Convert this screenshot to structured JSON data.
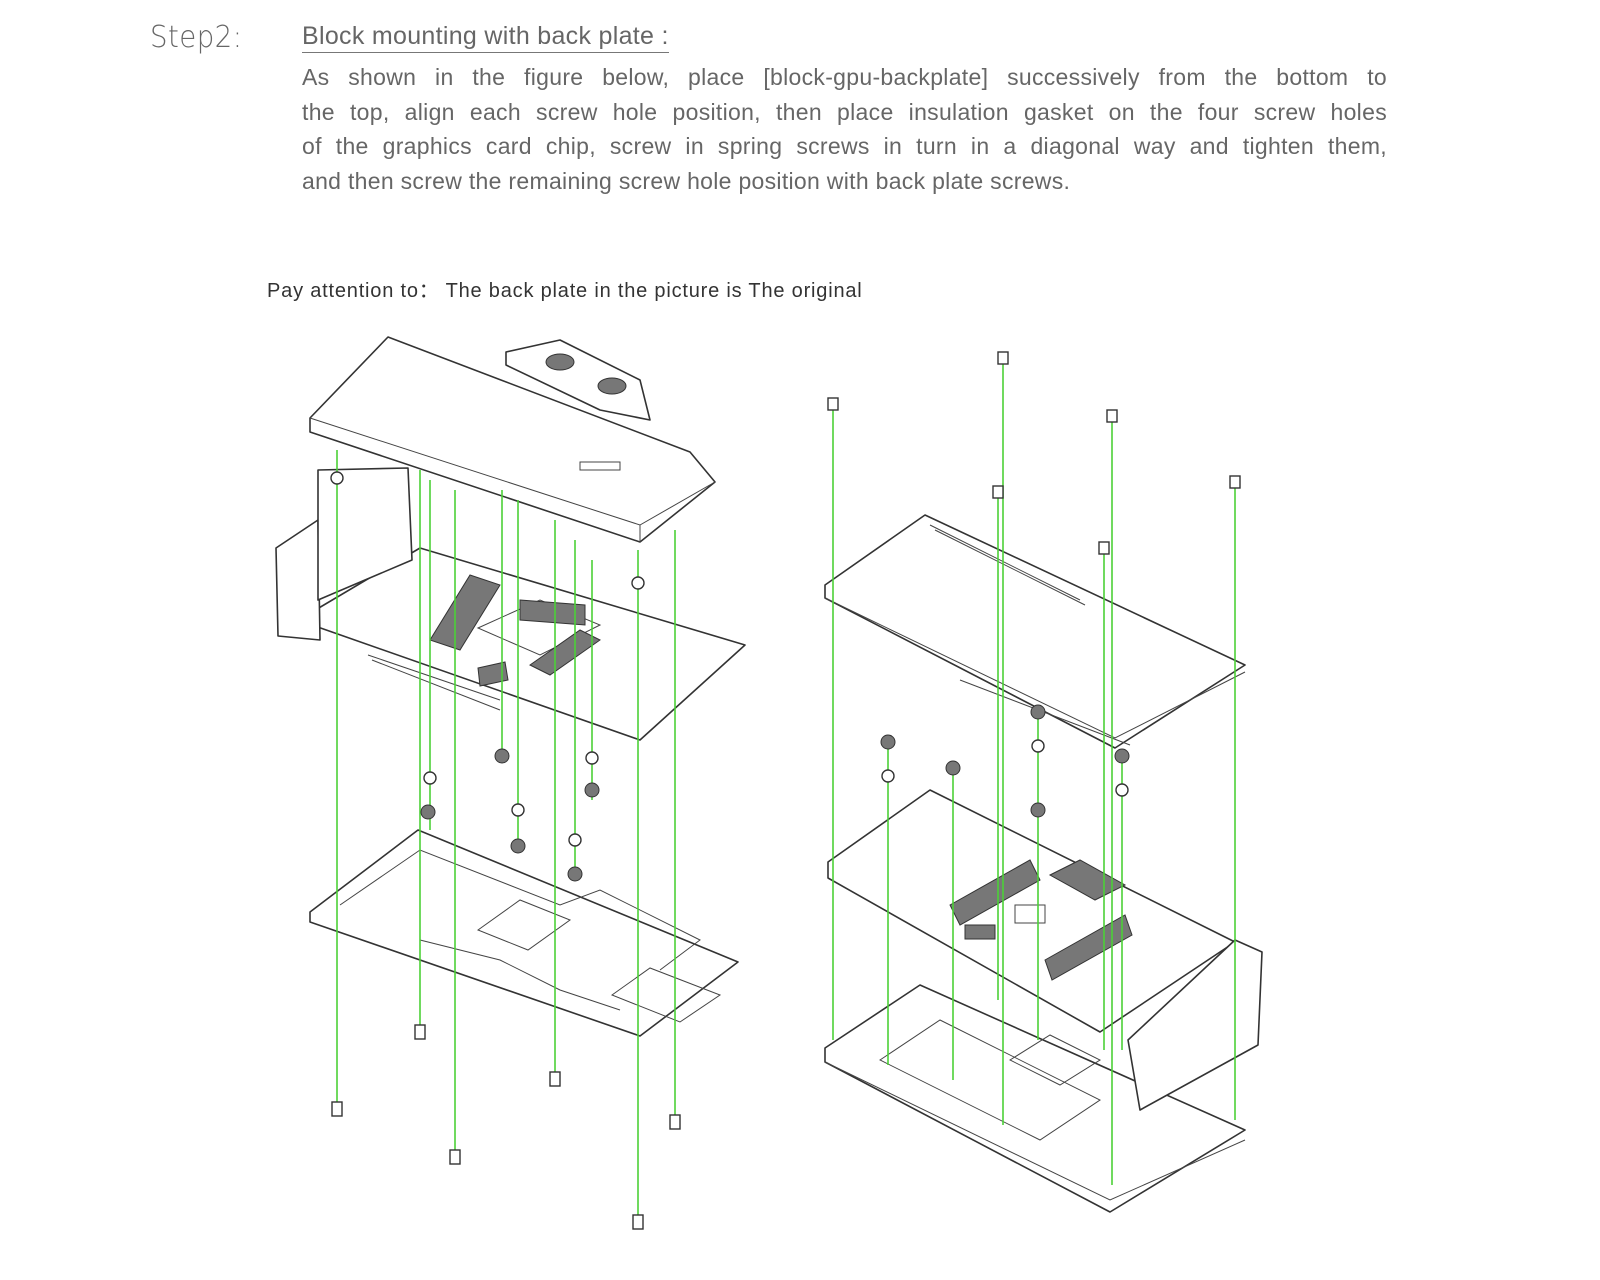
{
  "step": {
    "label": "Step2:",
    "heading": "Block mounting with back plate :",
    "paragraph_lines": [
      "As shown in the figure below, place [block-gpu-backplate] successively from the bottom to",
      "the top, align each screw hole position, then place insulation gasket on the four screw holes",
      "of the graphics card chip, screw in spring screws in turn in a diagonal way and tighten them,",
      "and then screw the remaining screw hole position with back plate screws."
    ]
  },
  "note": "Pay attention to： The back plate in the picture is The original",
  "colors": {
    "guide_line": "#4cd137",
    "text": "#666666"
  }
}
